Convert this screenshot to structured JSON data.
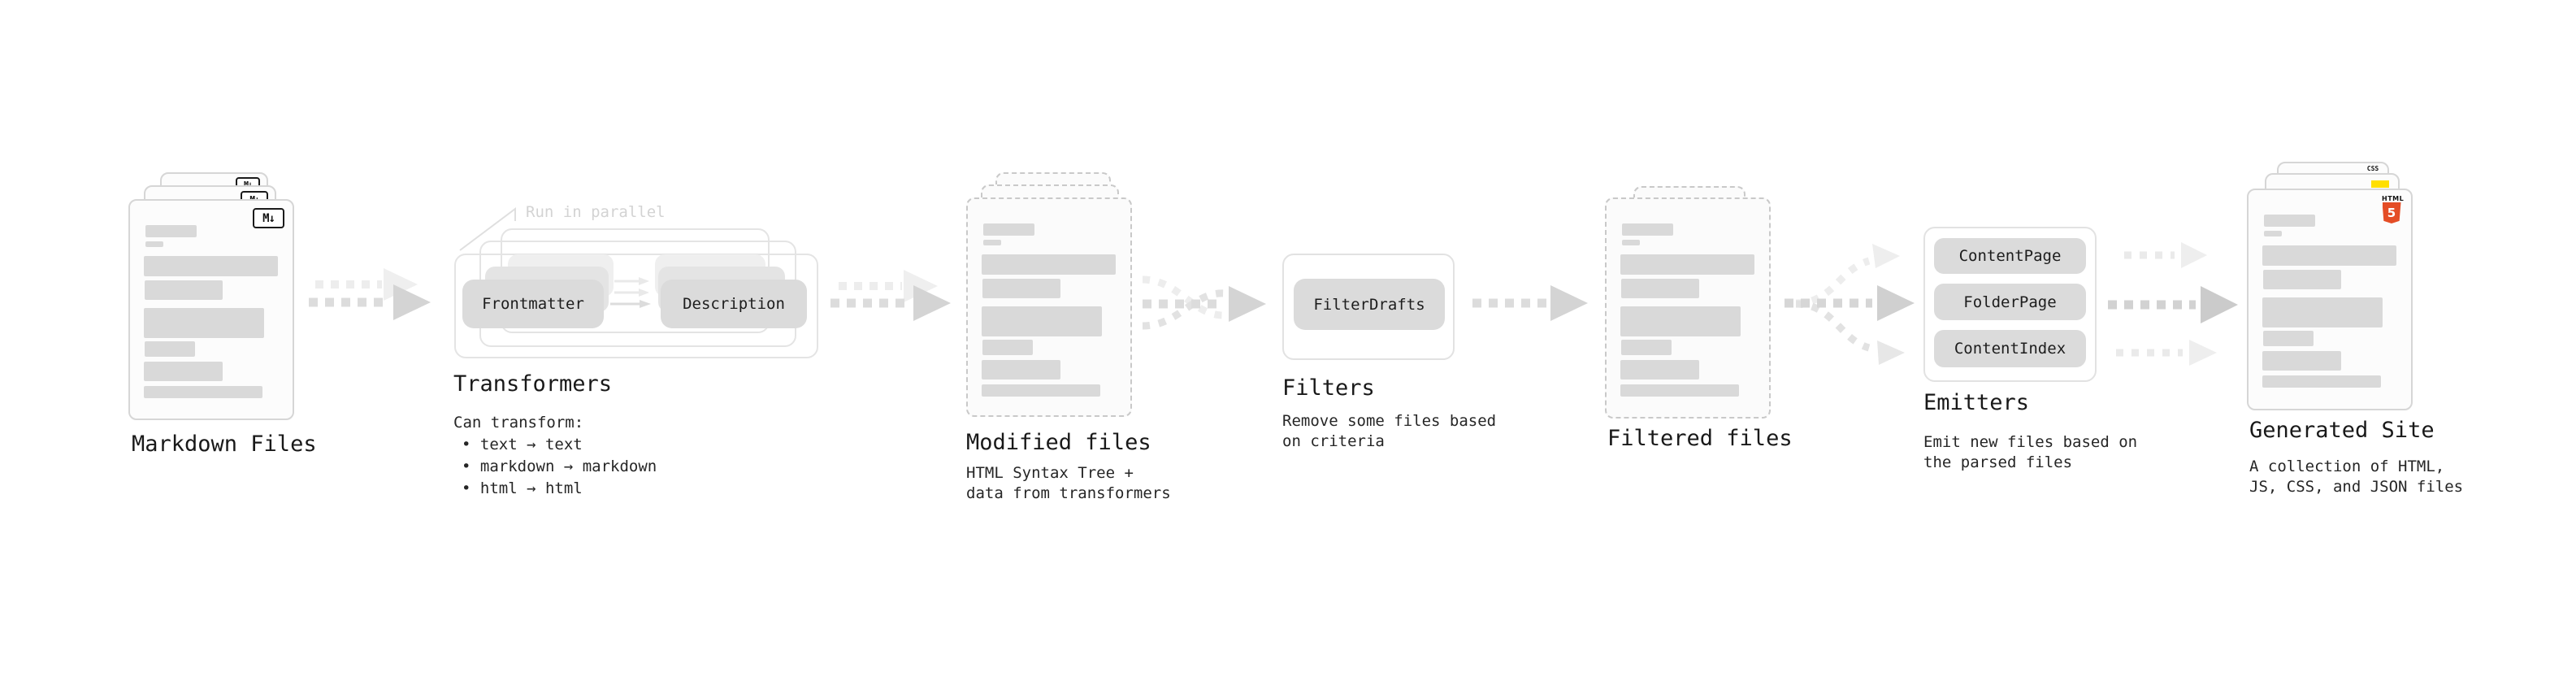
{
  "markdown_files": {
    "label": "Markdown Files"
  },
  "transformers": {
    "title": "Transformers",
    "annotation": "Run in parallel",
    "nodes": [
      "Frontmatter",
      "Description"
    ],
    "description_heading": "Can transform:",
    "bullets": [
      "• text → text",
      "• markdown → markdown",
      "• html → html"
    ]
  },
  "modified_files": {
    "label": "Modified files",
    "description": [
      "HTML Syntax Tree +",
      "data from transformers"
    ]
  },
  "filters": {
    "title": "Filters",
    "nodes": [
      "FilterDrafts"
    ],
    "description": [
      "Remove some files based",
      "on criteria"
    ]
  },
  "filtered_files": {
    "label": "Filtered files"
  },
  "emitters": {
    "title": "Emitters",
    "nodes": [
      "ContentPage",
      "FolderPage",
      "ContentIndex"
    ],
    "description": [
      "Emit new files based on",
      "the parsed files"
    ]
  },
  "generated_site": {
    "label": "Generated Site",
    "description": [
      "A collection of HTML,",
      "JS, CSS, and JSON files"
    ]
  },
  "icons": {
    "markdown": "M↓",
    "html5_label": "HTML",
    "html5_digit": "5",
    "css_label": "CSS"
  },
  "colors": {
    "html5_orange": "#e44d26",
    "js_yellow": "#ffdf00",
    "css_blue": "#2f6df2",
    "skeleton_gray": "#d9d9d9",
    "arrow_gray": "#d4d4d4"
  }
}
